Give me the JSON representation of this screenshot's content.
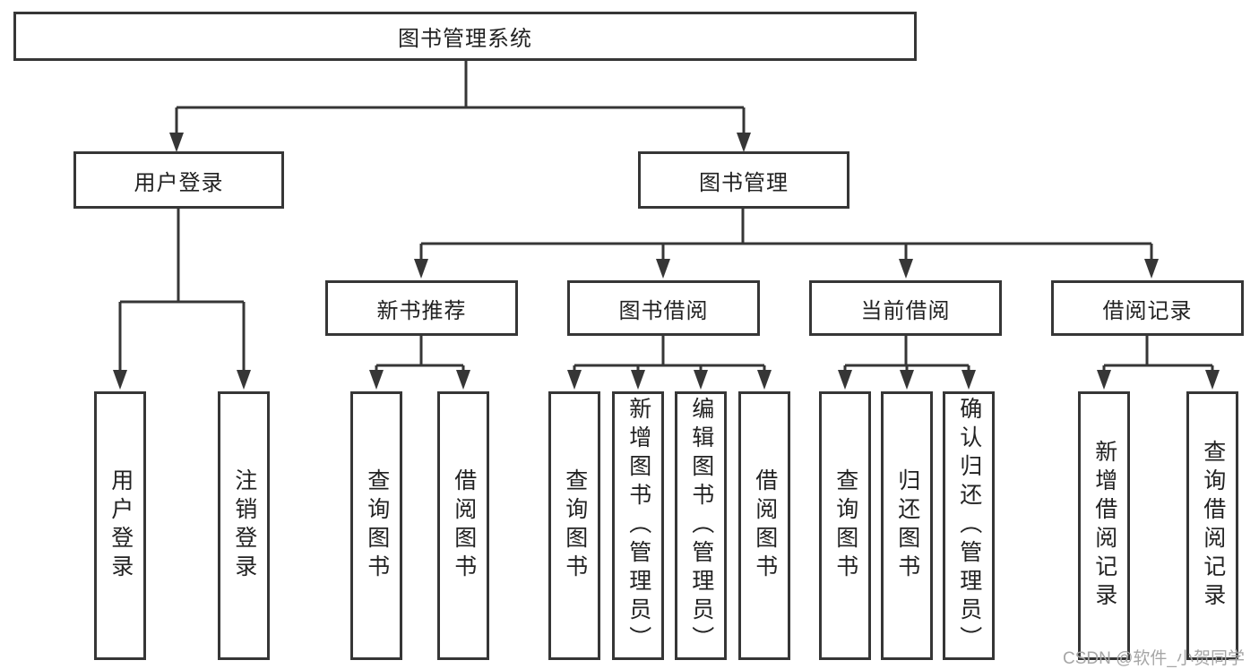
{
  "diagram": {
    "title": "图书管理系统",
    "tree": {
      "label": "图书管理系统",
      "children": [
        {
          "label": "用户登录",
          "children": [
            {
              "label": "用户登录"
            },
            {
              "label": "注销登录"
            }
          ]
        },
        {
          "label": "图书管理",
          "children": [
            {
              "label": "新书推荐",
              "children": [
                {
                  "label": "查询图书"
                },
                {
                  "label": "借阅图书"
                }
              ]
            },
            {
              "label": "图书借阅",
              "children": [
                {
                  "label": "查询图书"
                },
                {
                  "label": "新增图书（管理员）"
                },
                {
                  "label": "编辑图书（管理员）"
                },
                {
                  "label": "借阅图书"
                }
              ]
            },
            {
              "label": "当前借阅",
              "children": [
                {
                  "label": "查询图书"
                },
                {
                  "label": "归还图书"
                },
                {
                  "label": "确认归还（管理员）"
                }
              ]
            },
            {
              "label": "借阅记录",
              "children": [
                {
                  "label": "新增借阅记录"
                },
                {
                  "label": "查询借阅记录"
                }
              ]
            }
          ]
        }
      ]
    },
    "watermark": "CSDN @软件_小贺同学",
    "colors": {
      "line": "#363636",
      "text": "#222222",
      "background": "#ffffff",
      "watermark": "#a6a6a6"
    }
  }
}
